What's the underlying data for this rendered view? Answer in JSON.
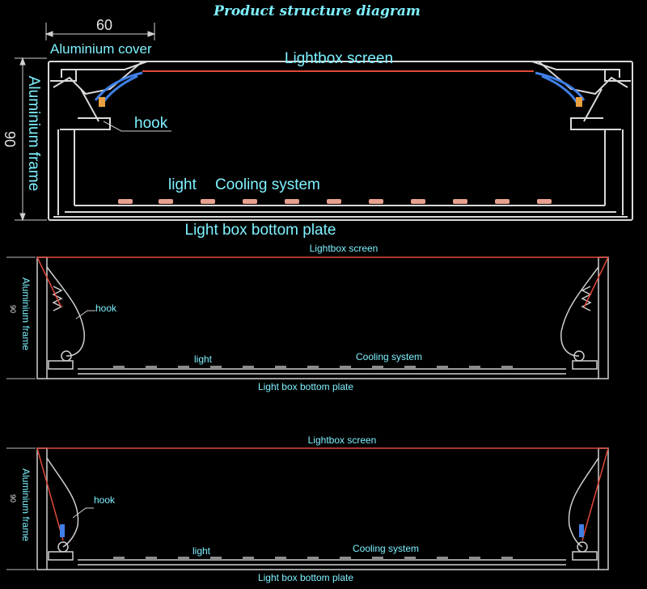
{
  "title": "Product structure diagram",
  "colors": {
    "label": "#7ef1ff",
    "frame": "#d9d9d9",
    "screen": "#e0483a",
    "led": "#e8a08f",
    "hook": "#3f7fe6",
    "background": "#000000"
  },
  "panel1": {
    "dimension_width": "60",
    "dimension_height": "90",
    "aluminium_cover": "Aluminium cover",
    "lightbox_screen": "Lightbox screen",
    "hook": "hook",
    "aluminium_frame": "Aluminium frame",
    "light": "light",
    "cooling_system": "Cooling system",
    "bottom_plate": "Light box bottom plate"
  },
  "panel2": {
    "dimension_height": "90",
    "lightbox_screen": "Lightbox screen",
    "aluminium_frame": "Aluminium frame",
    "hook": "hook",
    "light": "light",
    "cooling_system": "Cooling system",
    "bottom_plate": "Light box bottom plate"
  },
  "panel3": {
    "dimension_height": "90",
    "lightbox_screen": "Lightbox screen",
    "aluminium_frame": "Aluminium frame",
    "hook": "hook",
    "light": "light",
    "cooling_system": "Cooling system",
    "bottom_plate": "Light box bottom plate"
  }
}
